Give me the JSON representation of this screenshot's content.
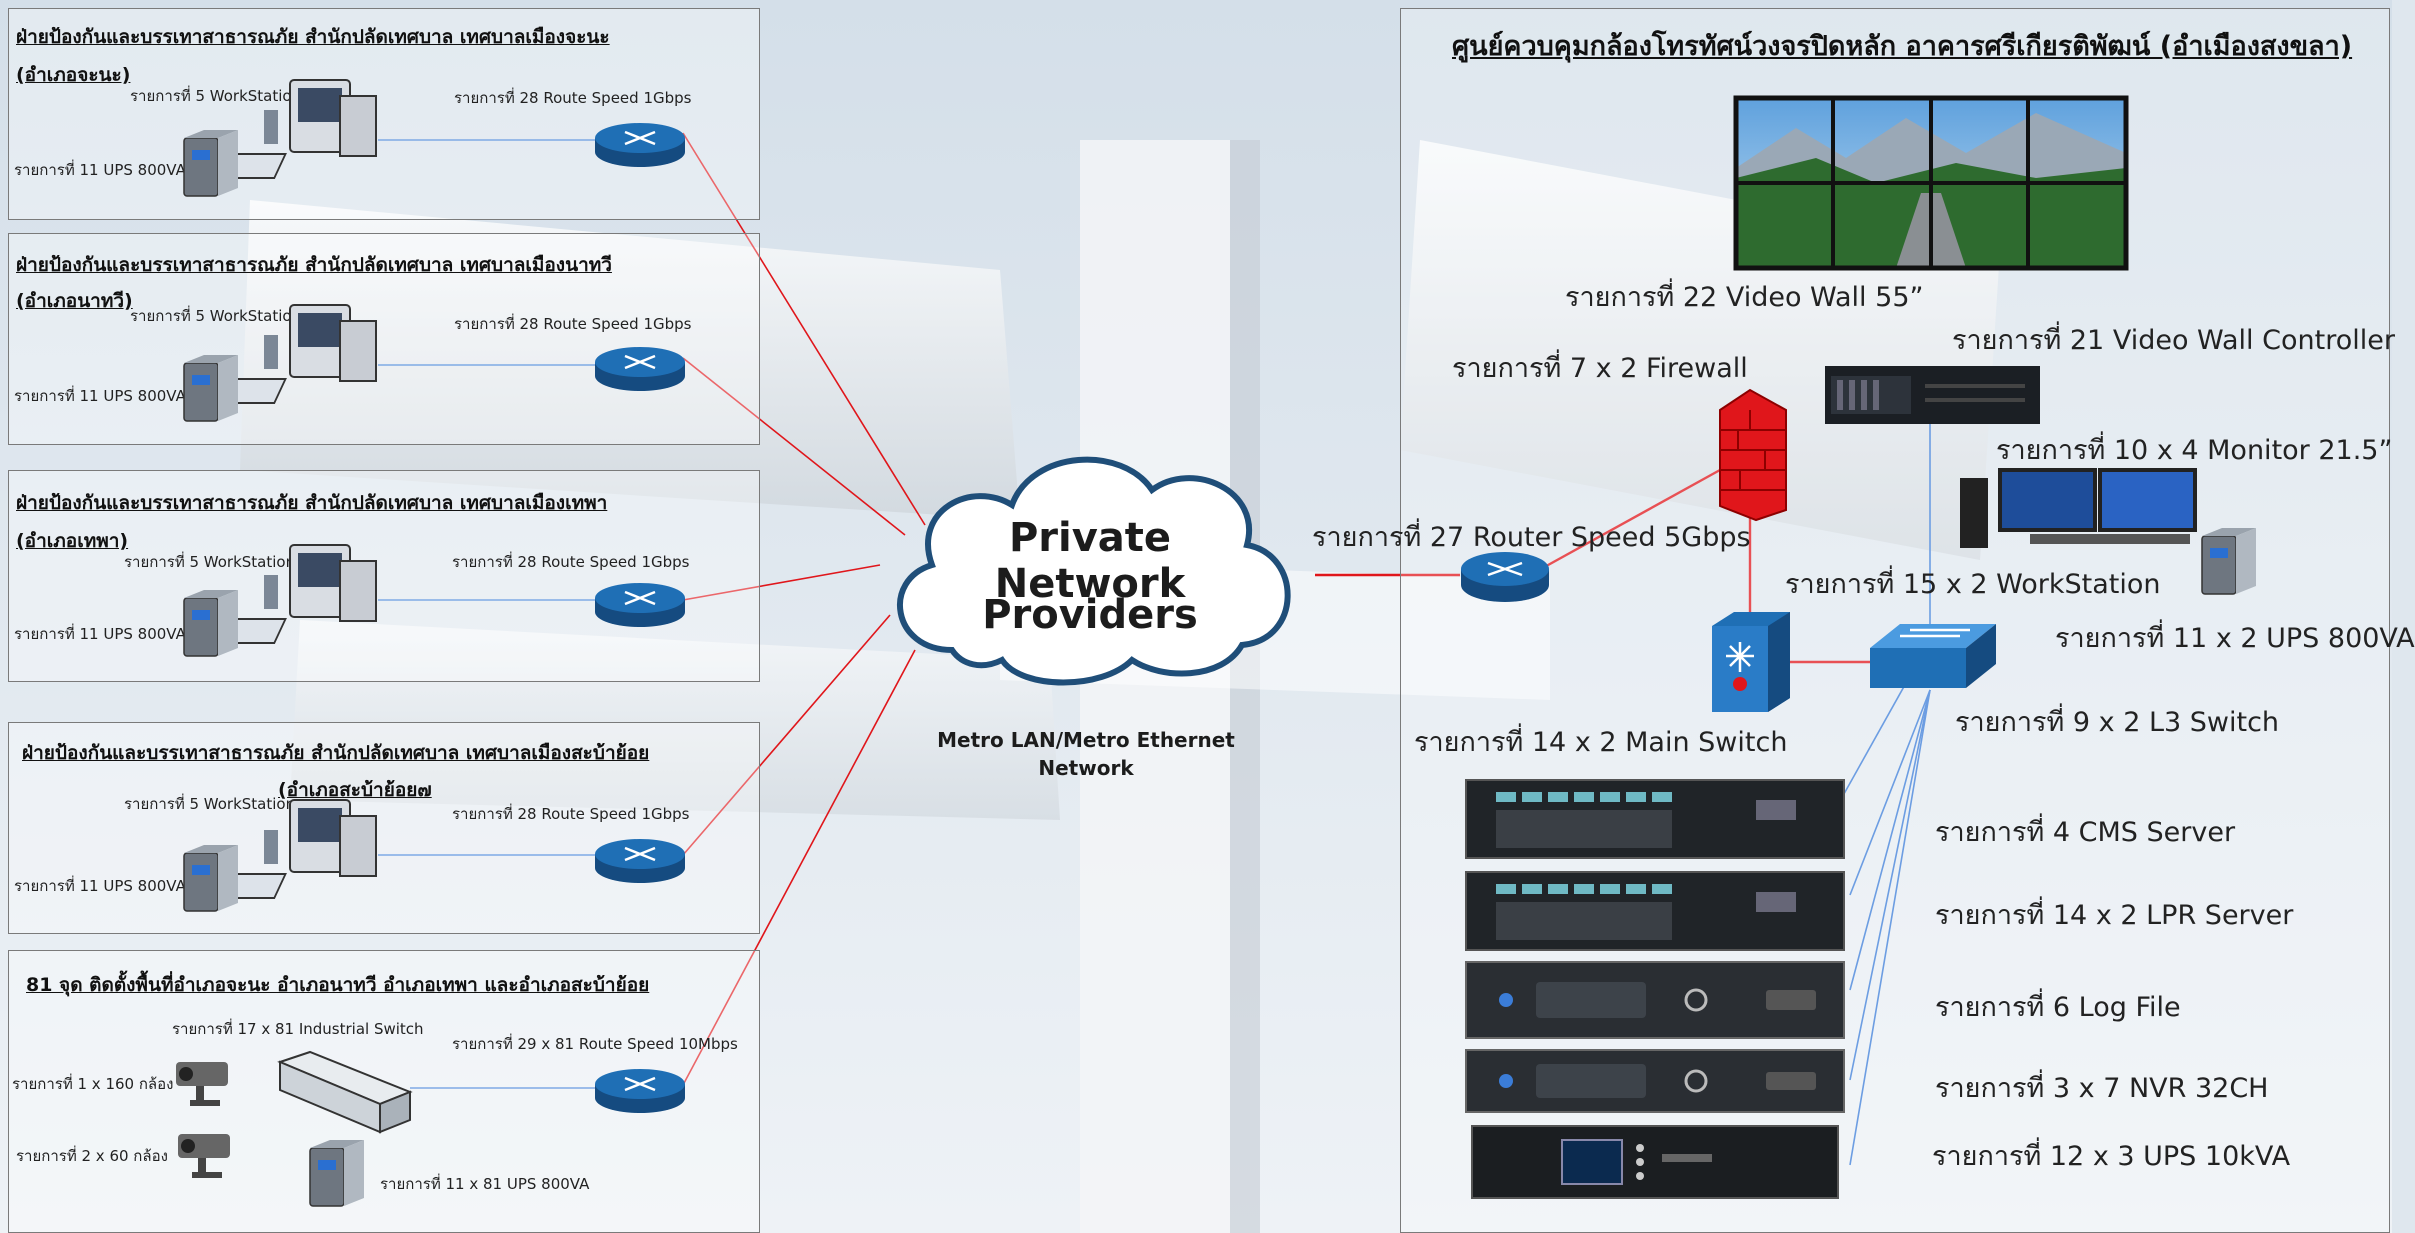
{
  "sites": [
    {
      "title_line1": "ฝ่ายป้องกันและบรรเทาสาธารณภัย สำนักปลัดเทศบาล เทศบาลเมืองจะนะ",
      "title_line2": "(อำเภอจะนะ)",
      "workstation": "รายการที่ 5 WorkStation",
      "router": "รายการที่ 28 Route Speed 1Gbps",
      "ups": "รายการที่ 11 UPS 800VA"
    },
    {
      "title_line1": "ฝ่ายป้องกันและบรรเทาสาธารณภัย สำนักปลัดเทศบาล เทศบาลเมืองนาทวี",
      "title_line2": "(อำเภอนาทวี)",
      "workstation": "รายการที่ 5 WorkStation",
      "router": "รายการที่ 28 Route Speed 1Gbps",
      "ups": "รายการที่ 11 UPS 800VA"
    },
    {
      "title_line1": "ฝ่ายป้องกันและบรรเทาสาธารณภัย สำนักปลัดเทศบาล เทศบาลเมืองเทพา",
      "title_line2": "(อำเภอเทพา)",
      "workstation": "รายการที่ 5 WorkStation",
      "router": "รายการที่ 28 Route Speed 1Gbps",
      "ups": "รายการที่ 11 UPS 800VA"
    },
    {
      "title_line1": "ฝ่ายป้องกันและบรรเทาสาธารณภัย สำนักปลัดเทศบาล เทศบาลเมืองสะบ้าย้อย",
      "title_line2": "(อำเภอสะบ้าย้อย๗",
      "workstation": "รายการที่ 5 WorkStation",
      "router": "รายการที่ 28 Route Speed 1Gbps",
      "ups": "รายการที่ 11 UPS 800VA"
    }
  ],
  "field_site": {
    "title": "81 จุด ติดตั้งพื้นที่อำเภอจะนะ อำเภอนาทวี อำเภอเทพา และอำเภอสะบ้าย้อย",
    "industrial_switch": "รายการที่ 17 x 81 Industrial Switch",
    "router": "รายการที่ 29 x 81 Route Speed 10Mbps",
    "camera1": "รายการที่ 1 x 160 กล้อง",
    "camera2": "รายการที่ 2 x 60 กล้อง",
    "ups": "รายการที่ 11 x 81 UPS 800VA"
  },
  "cloud": {
    "line1": "Private Network",
    "line2": "Providers",
    "network_line1": "Metro LAN/Metro Ethernet",
    "network_line2": "Network"
  },
  "center": {
    "title": "ศูนย์ควบคุมกล้องโทรทัศน์วงจรปิดหลัก อาคารศรีเกียรติพัฒน์ (อำเมืองสงขลา)",
    "video_wall": "รายการที่ 22 Video Wall 55”",
    "video_wall_controller": "รายการที่ 21 Video Wall Controller",
    "firewall": "รายการที่ 7 x 2 Firewall",
    "monitor": "รายการที่ 10 x 4 Monitor 21.5”",
    "router": "รายการที่ 27 Router Speed 5Gbps",
    "workstation": "รายการที่ 15 x 2 WorkStation",
    "ups_small": "รายการที่ 11 x 2 UPS 800VA",
    "main_switch": "รายการที่ 14 x 2 Main Switch",
    "l3_switch": "รายการที่ 9 x 2 L3 Switch",
    "cms": "รายการที่ 4 CMS Server",
    "lpr": "รายการที่ 14 x 2 LPR Server",
    "log": "รายการที่ 6 Log File",
    "nvr": "รายการที่ 3 x 7 NVR 32CH",
    "ups_big": "รายการที่ 12 x 3 UPS 10kVA"
  },
  "colors": {
    "red_link": "#e0161b",
    "blue_link": "#3b7dd8",
    "router_blue": "#1f6fb5"
  }
}
